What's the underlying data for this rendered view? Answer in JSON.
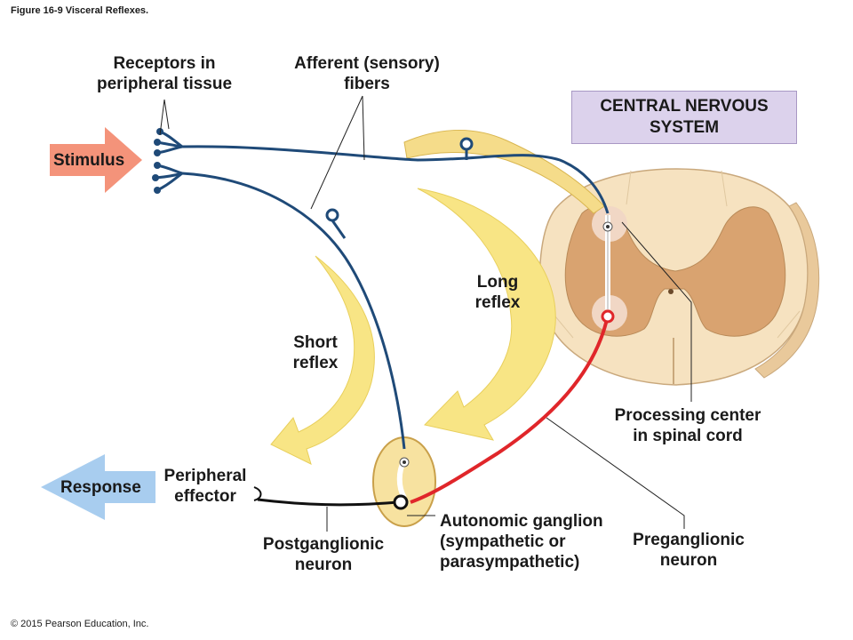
{
  "figure_title": "Figure 16-9 Visceral Reflexes.",
  "copyright": "© 2015 Pearson Education, Inc.",
  "labels": {
    "receptors": [
      "Receptors in",
      "peripheral tissue"
    ],
    "afferent": [
      "Afferent (sensory)",
      "fibers"
    ],
    "cns": [
      "CENTRAL NERVOUS",
      "SYSTEM"
    ],
    "stimulus": "Stimulus",
    "long_reflex": [
      "Long",
      "reflex"
    ],
    "short_reflex": [
      "Short",
      "reflex"
    ],
    "processing_center": [
      "Processing center",
      "in spinal cord"
    ],
    "peripheral_effector": [
      "Peripheral",
      "effector"
    ],
    "response": "Response",
    "postganglionic": [
      "Postganglionic",
      "neuron"
    ],
    "autonomic_ganglion": [
      "Autonomic ganglion",
      "(sympathetic or",
      "parasympathetic)"
    ],
    "preganglionic": [
      "Preganglionic",
      "neuron"
    ]
  },
  "colors": {
    "stimulus_arrow": "#f4937a",
    "response_arrow": "#a8cdef",
    "afferent_fiber": "#1f4a78",
    "preganglionic_fiber": "#e0262a",
    "postganglionic_fiber": "#111111",
    "reflex_arrow": "#f8e585",
    "spinal_white_matter": "#f6e2c0",
    "spinal_gray_matter": "#d9a370",
    "cns_box": "#dcd2ec"
  }
}
